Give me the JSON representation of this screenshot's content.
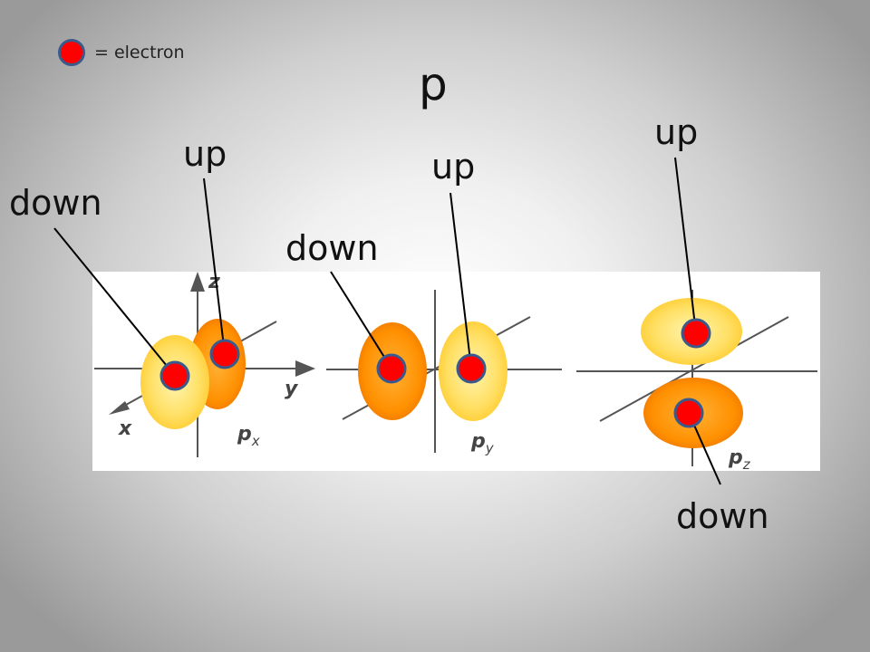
{
  "legend": {
    "symbol": "red-circle",
    "text": "= electron"
  },
  "title": "p",
  "spin_labels": [
    "down",
    "up",
    "down",
    "up",
    "up",
    "down"
  ],
  "orbitals": [
    {
      "name": "px",
      "symbol": "p",
      "subscript": "x",
      "axes": [
        "z",
        "y",
        "x"
      ]
    },
    {
      "name": "py",
      "symbol": "p",
      "subscript": "y"
    },
    {
      "name": "pz",
      "symbol": "p",
      "subscript": "z"
    }
  ],
  "colors": {
    "electron": "#ff0000",
    "electron_outline": "#3a5a8c",
    "lobe_orange": "#ff8a00",
    "lobe_yellow": "#ffe070",
    "panel": "#ffffff"
  }
}
